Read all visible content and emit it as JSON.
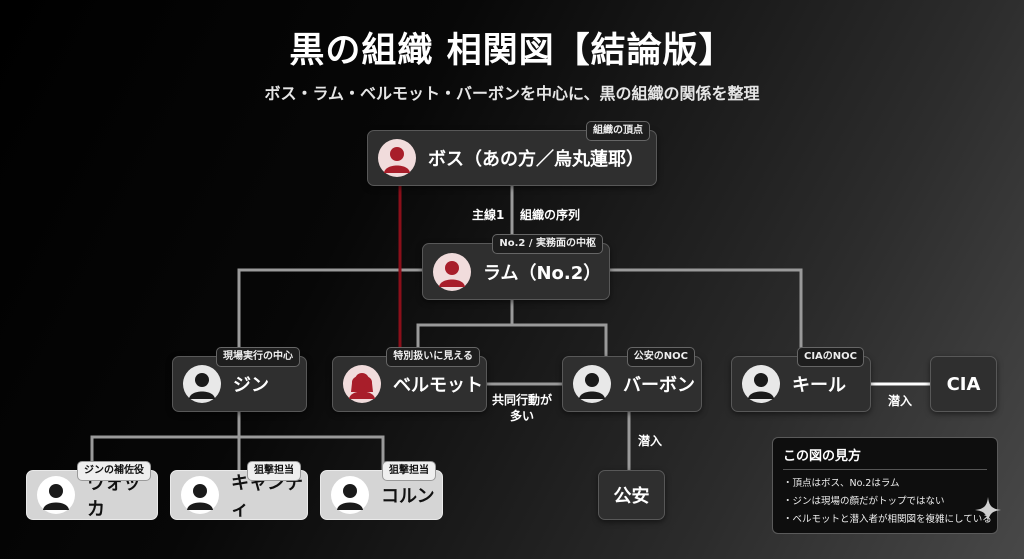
{
  "title": "黒の組織 相関図【結論版】",
  "subtitle": "ボス・ラム・ベルモット・バーボンを中心に、黒の組織の関係を整理",
  "nodes": {
    "boss": {
      "label": "ボス（あの方／烏丸蓮耶）",
      "badge": "組織の頂点"
    },
    "rum": {
      "label": "ラム（No.2）",
      "badge": "No.2 / 実務面の中枢"
    },
    "gin": {
      "label": "ジン",
      "badge": "現場実行の中心"
    },
    "vermouth": {
      "label": "ベルモット",
      "badge": "特別扱いに見える"
    },
    "bourbon": {
      "label": "バーボン",
      "badge": "公安のNOC"
    },
    "kir": {
      "label": "キール",
      "badge": "CIAのNOC"
    },
    "cia": {
      "label": "CIA"
    },
    "koan": {
      "label": "公安"
    },
    "vodka": {
      "label": "ウォッカ",
      "badge": "ジンの補佐役"
    },
    "chianti": {
      "label": "キャンティ",
      "badge": "狙撃担当"
    },
    "korn": {
      "label": "コルン",
      "badge": "狙撃担当"
    }
  },
  "edge_labels": {
    "main_line": "主線1",
    "hierarchy": "組織の序列",
    "joint_action": "共同行動が\n多い",
    "infiltration_koan": "潜入",
    "infiltration_cia": "潜入"
  },
  "legend": {
    "title": "この図の見方",
    "items": [
      "・頂点はボス、No.2はラム",
      "・ジンは現場の顔だがトップではない",
      "・ベルモットと潜入者が相関図を複雑にしている"
    ]
  },
  "colors": {
    "special_line": "#8b0f1a",
    "connector": "#9a9a9a",
    "avatar_red": "#a81e2a",
    "avatar_dark": "#1a1a1a"
  },
  "icons": {
    "avatar": "person-silhouette-icon",
    "corner": "sparkle-icon"
  }
}
